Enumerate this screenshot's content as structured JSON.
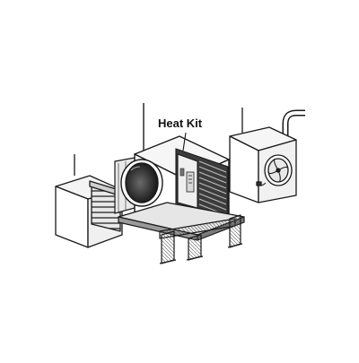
{
  "diagram": {
    "callout_label": "Heat Kit",
    "style": "line-drawing",
    "colors": {
      "line": "#1a1a1a",
      "background": "#ffffff",
      "panel_shade": "#d6d6d6",
      "dark_shade": "#4a4a4a",
      "opening": "#222222"
    },
    "parts": [
      "left-cabinet",
      "center-heat-kit-unit",
      "right-fan-cabinet",
      "support-stand",
      "duct-pipe"
    ]
  }
}
